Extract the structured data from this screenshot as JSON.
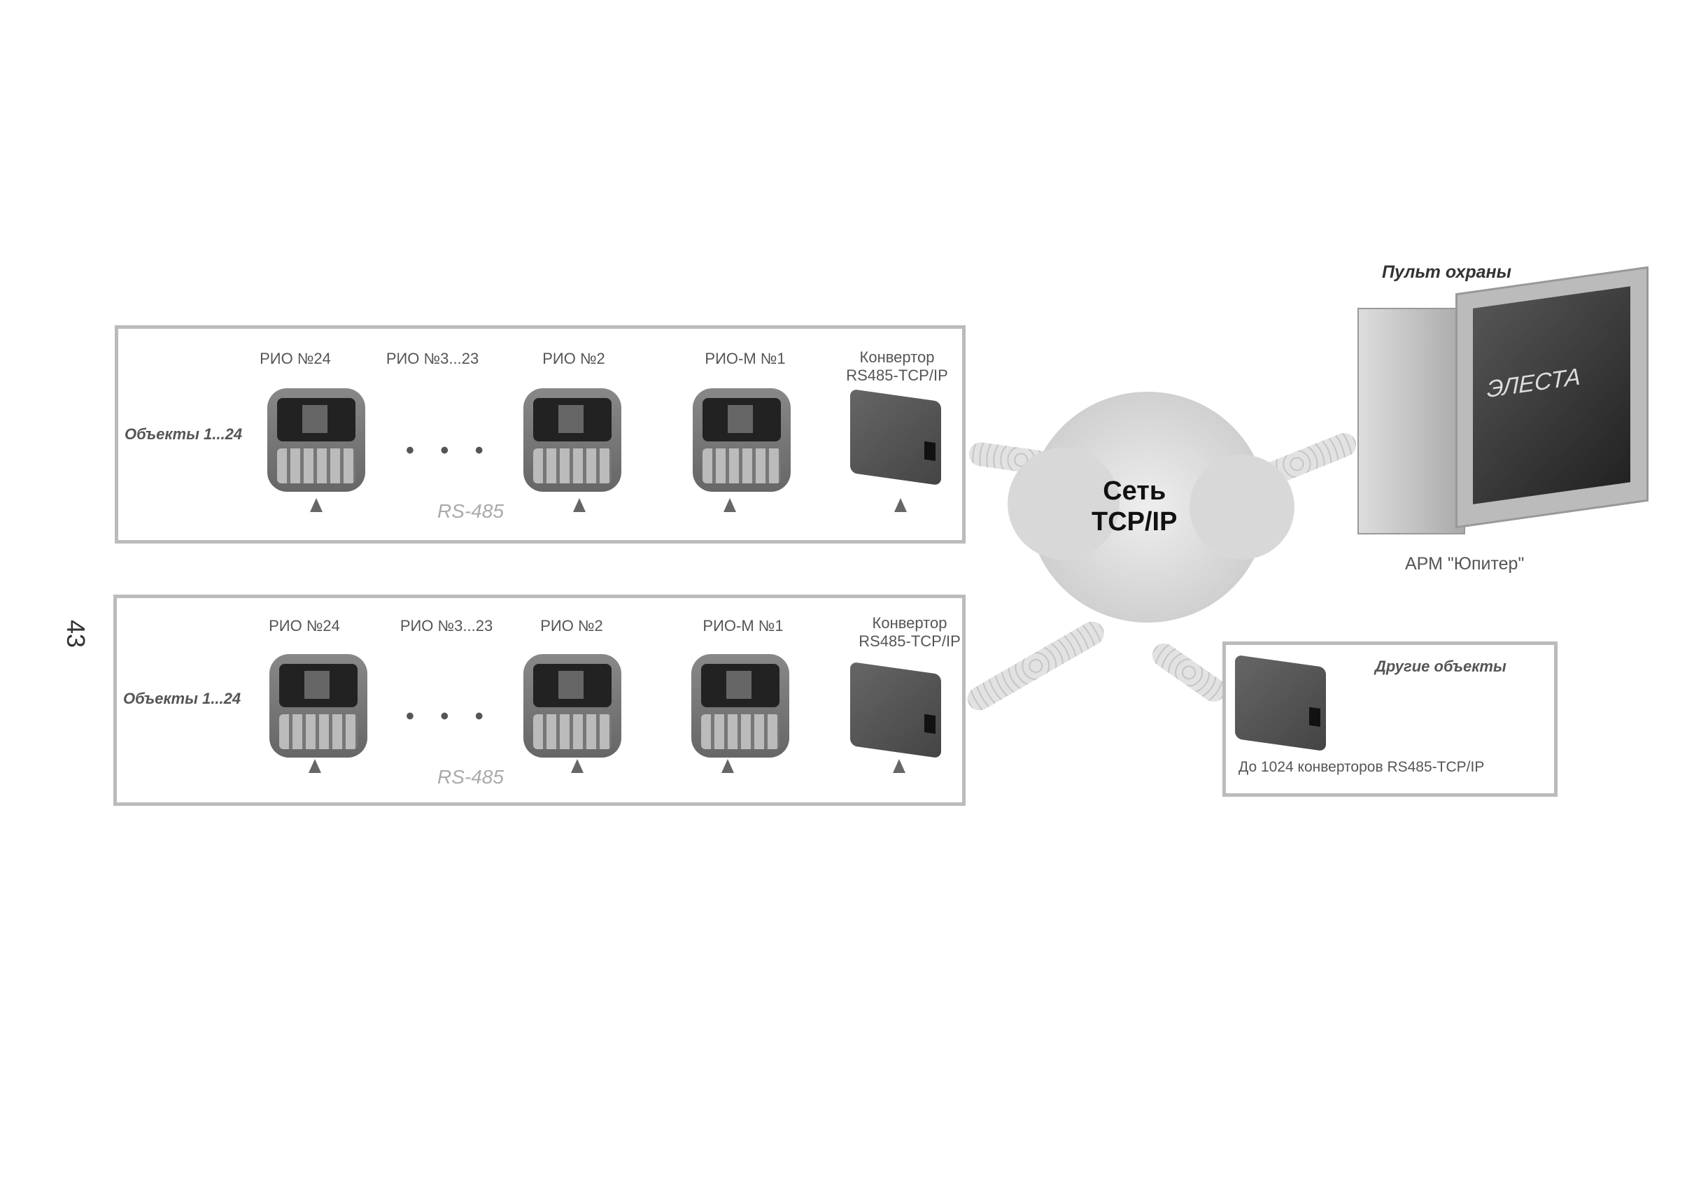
{
  "page_number": "43",
  "groups": [
    {
      "objects_label": "Объекты 1...24",
      "rs485": "RS-485",
      "dots": "• • •",
      "devices": [
        "РИО №24",
        "РИО №3...23",
        "РИО №2",
        "РИО-М №1"
      ],
      "converter": [
        "Конвертор",
        "RS485-TCP/IP"
      ]
    },
    {
      "objects_label": "Объекты 1...24",
      "rs485": "RS-485",
      "dots": "• • •",
      "devices": [
        "РИО №24",
        "РИО №3...23",
        "РИО №2",
        "РИО-М №1"
      ],
      "converter": [
        "Конвертор",
        "RS485-TCP/IP"
      ]
    }
  ],
  "network": [
    "Сеть",
    "TCP/IP"
  ],
  "console": {
    "title": "Пульт охраны",
    "logo": "ЭЛЕСТА",
    "caption": "АРМ \"Юпитер\""
  },
  "other": {
    "title": "Другие объекты",
    "caption": "До 1024 конверторов RS485-TCP/IP"
  }
}
